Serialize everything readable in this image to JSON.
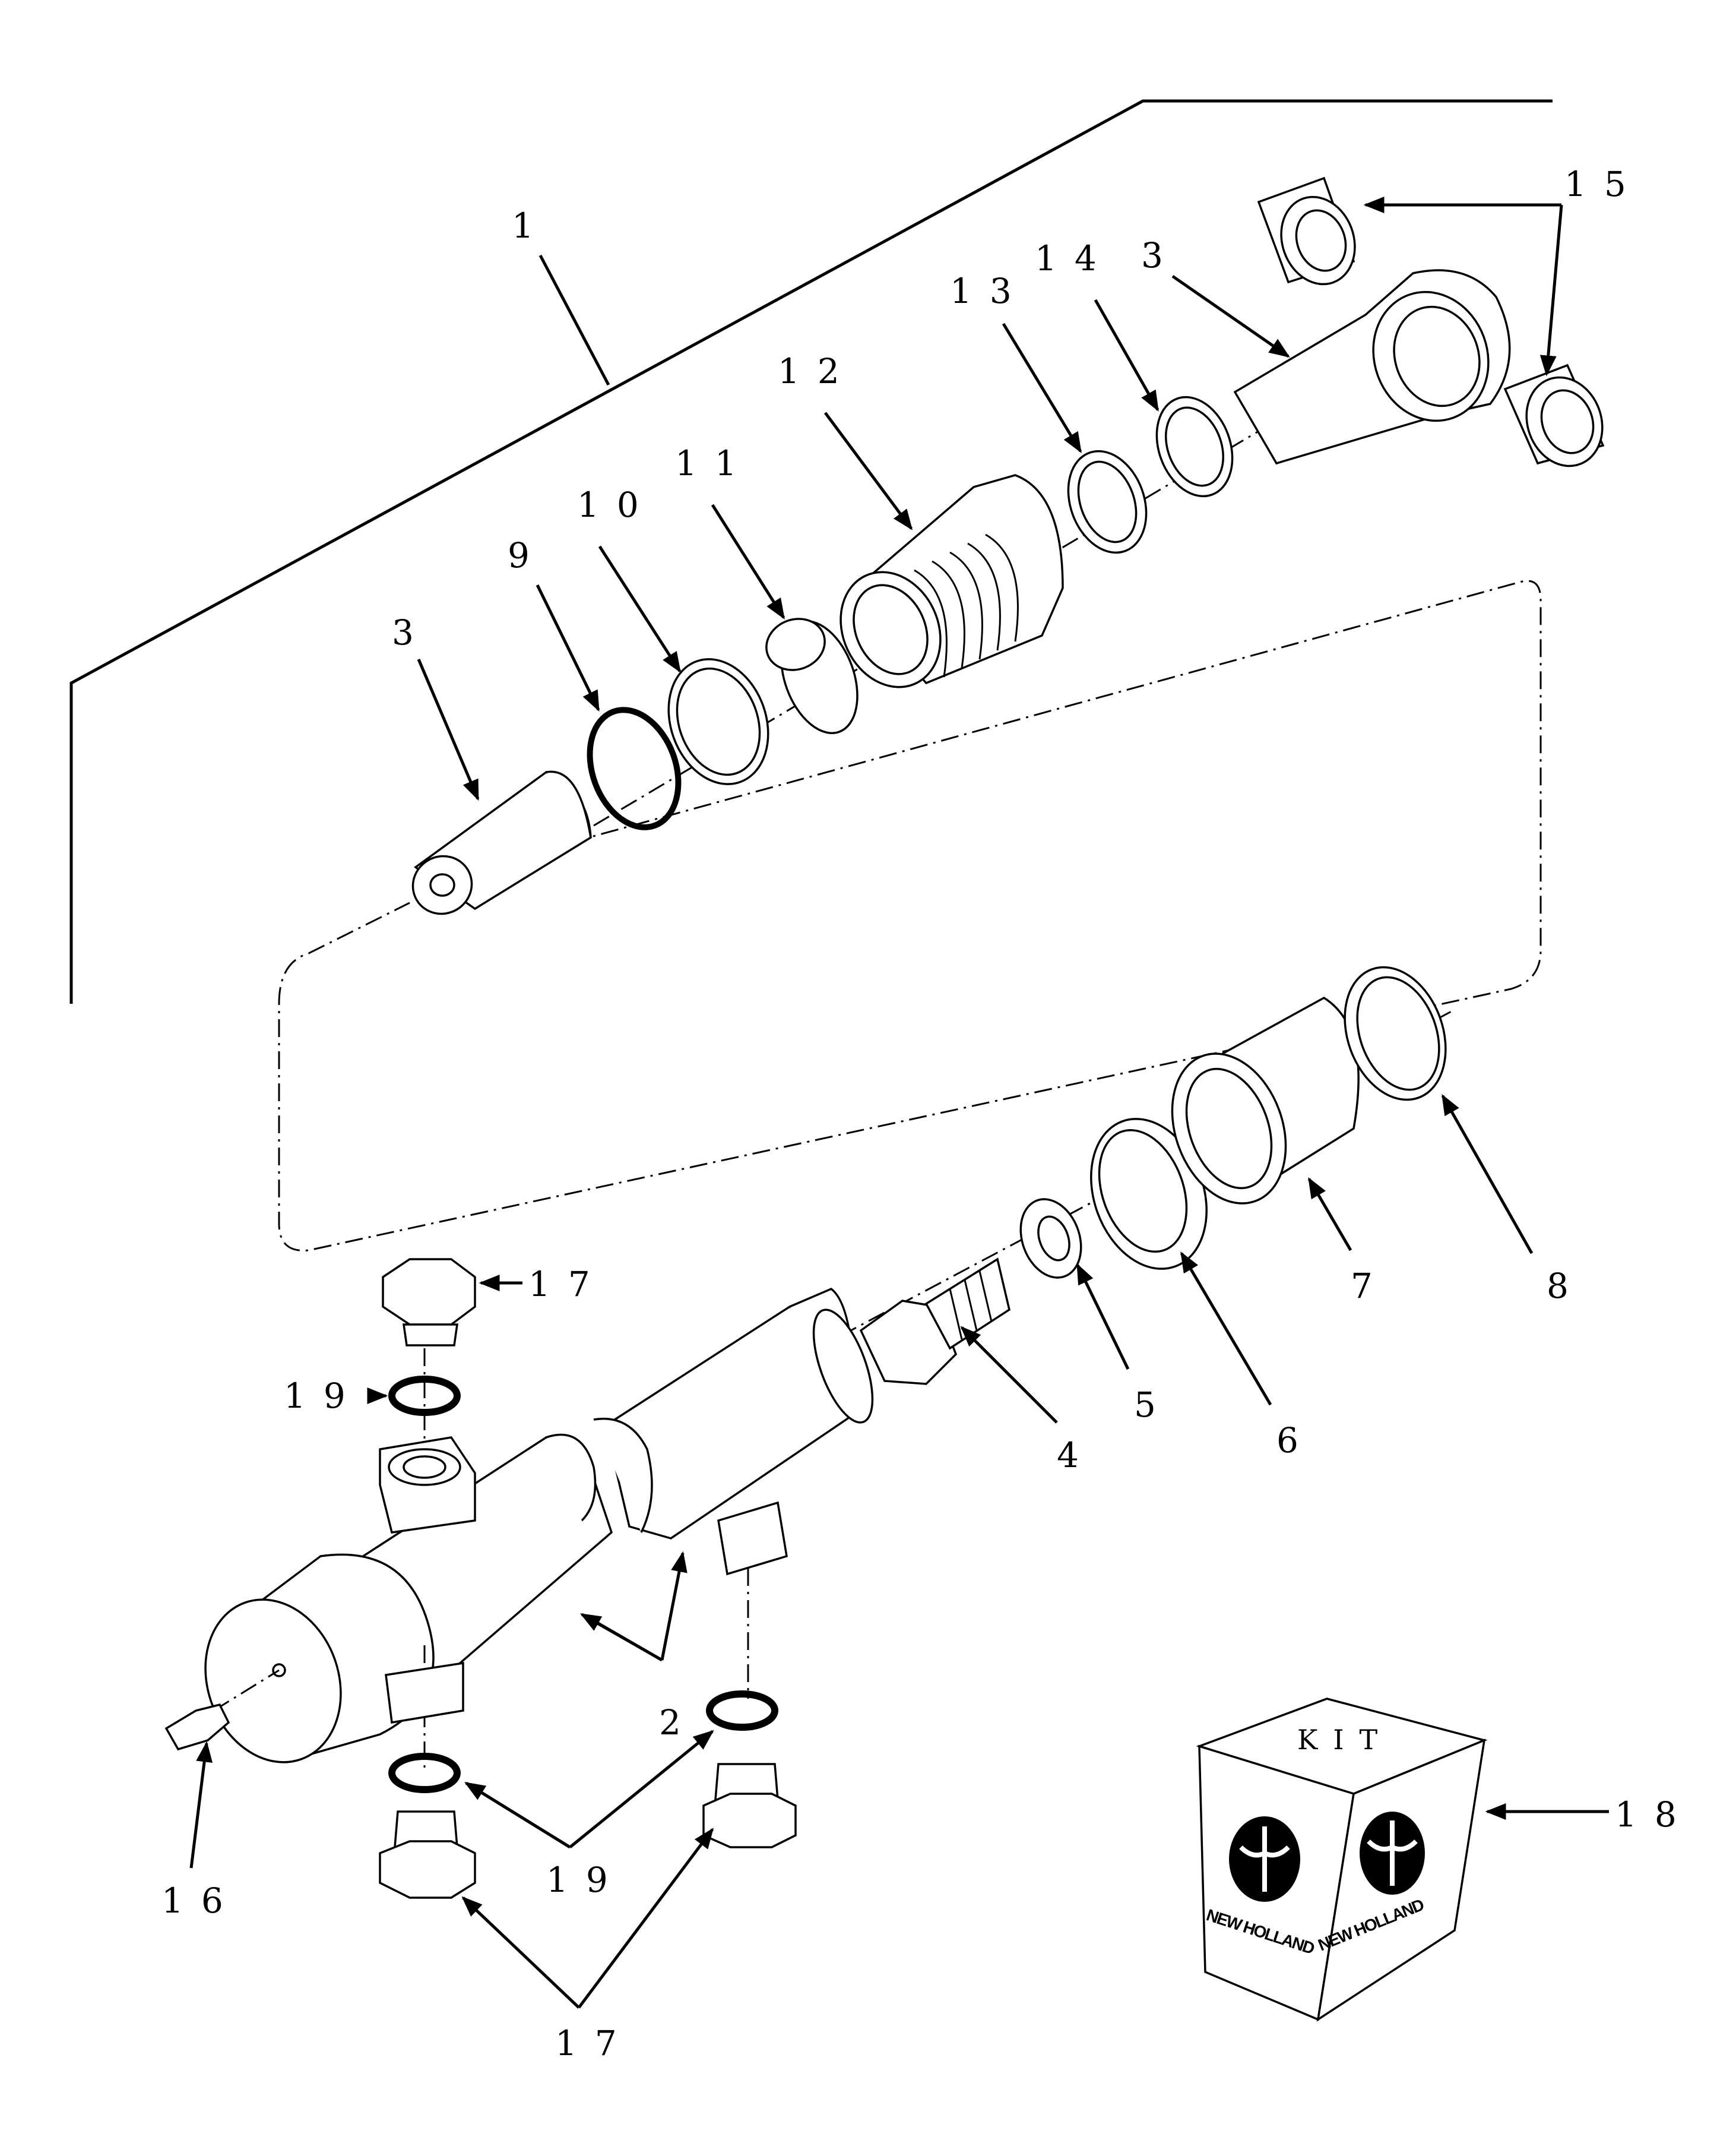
{
  "callouts": [
    {
      "id": "c1",
      "text": "1"
    },
    {
      "id": "c2",
      "text": "2"
    },
    {
      "id": "c3a",
      "text": "3"
    },
    {
      "id": "c3b",
      "text": "3"
    },
    {
      "id": "c4",
      "text": "4"
    },
    {
      "id": "c5",
      "text": "5"
    },
    {
      "id": "c6",
      "text": "6"
    },
    {
      "id": "c7",
      "text": "7"
    },
    {
      "id": "c8",
      "text": "8"
    },
    {
      "id": "c9",
      "text": "9"
    },
    {
      "id": "c10",
      "text": "10"
    },
    {
      "id": "c11",
      "text": "11"
    },
    {
      "id": "c12",
      "text": "12"
    },
    {
      "id": "c13",
      "text": "13"
    },
    {
      "id": "c14",
      "text": "14"
    },
    {
      "id": "c15",
      "text": "15"
    },
    {
      "id": "c16",
      "text": "16"
    },
    {
      "id": "c17a",
      "text": "17"
    },
    {
      "id": "c17b",
      "text": "17"
    },
    {
      "id": "c18",
      "text": "18"
    },
    {
      "id": "c19a",
      "text": "19"
    },
    {
      "id": "c19b",
      "text": "19"
    }
  ],
  "kit_box": {
    "top_text": "KIT",
    "brand_left": "NEW HOLLAND",
    "brand_right": "NEW HOLLAND"
  }
}
